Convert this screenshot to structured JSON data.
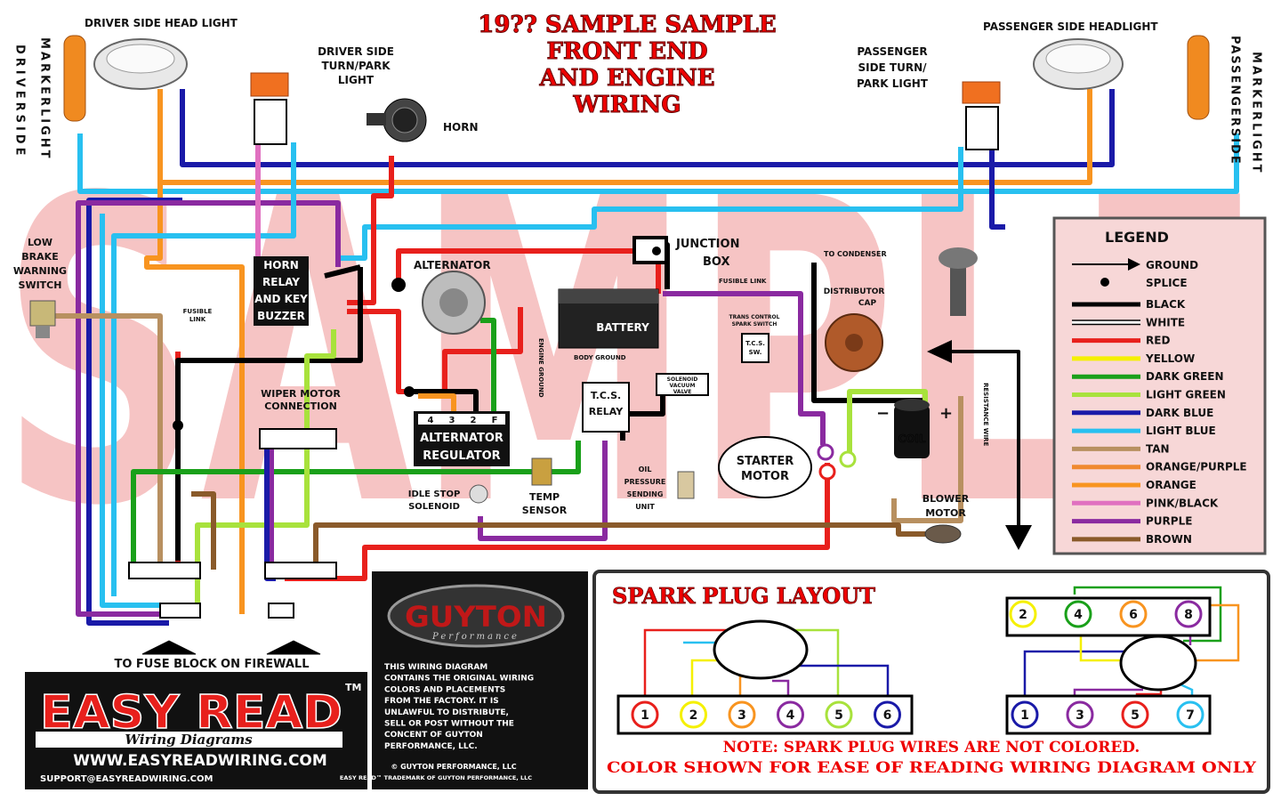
{
  "title_lines": [
    "19?? SAMPLE SAMPLE",
    "FRONT END",
    "AND ENGINE",
    "WIRING"
  ],
  "watermark": "SAMPLE",
  "labels": {
    "driver_headlight": "DRIVER SIDE HEAD LIGHT",
    "passenger_headlight": "PASSENGER SIDE HEADLIGHT",
    "driver_turn": [
      "DRIVER SIDE",
      "TURN/PARK",
      "LIGHT"
    ],
    "passenger_turn": [
      "PASSENGER",
      "SIDE TURN/",
      "PARK LIGHT"
    ],
    "horn": "HORN",
    "driver_marker": "DRIVERSIDE",
    "driver_marker2": "MARKERLIGHT",
    "passenger_marker": "PASSENGERSIDE",
    "passenger_marker2": "MARKERLIGHT",
    "low_brake": [
      "LOW",
      "BRAKE",
      "WARNING",
      "SWITCH"
    ],
    "horn_relay": [
      "HORN",
      "RELAY",
      "AND KEY",
      "BUZZER"
    ],
    "fusible_link": [
      "FUSIBLE",
      "LINK"
    ],
    "alternator": "ALTERNATOR",
    "junction_box": [
      "JUNCTION",
      "BOX"
    ],
    "fusible_link_2": "FUSIBLE LINK",
    "battery": "BATTERY",
    "engine_ground": "ENGINE GROUND",
    "body_ground": "BODY GROUND",
    "to_condenser": "TO CONDENSER",
    "distributor_cap": [
      "DISTRIBUTOR",
      "CAP"
    ],
    "wiper_motor": [
      "WIPER MOTOR",
      "CONNECTION"
    ],
    "alt_regulator": [
      "ALTERNATOR",
      "REGULATOR"
    ],
    "regulator_terms": [
      "4",
      "3",
      "2",
      "F"
    ],
    "tcs_relay": [
      "T.C.S.",
      "RELAY"
    ],
    "vacuum_valve": [
      "SOLENOID",
      "VACUUM",
      "VALVE"
    ],
    "tcs_switch": [
      "T.C.S.",
      "SW."
    ],
    "trans_switch": [
      "TRANS CONTROL",
      "SPARK SWITCH"
    ],
    "starter_motor": [
      "STARTER",
      "MOTOR"
    ],
    "coil": "COIL",
    "resistance_wire": "RESISTANCE WIRE",
    "idle_stop": [
      "IDLE STOP",
      "SOLENOID"
    ],
    "temp_sensor": [
      "TEMP",
      "SENSOR"
    ],
    "oil_pressure": [
      "OIL",
      "PRESSURE",
      "SENDING",
      "UNIT"
    ],
    "blower_motor": [
      "BLOWER",
      "MOTOR"
    ],
    "to_fuse_block": "TO FUSE BLOCK ON FIREWALL"
  },
  "legend": {
    "title": "LEGEND",
    "ground": "GROUND",
    "splice": "SPLICE",
    "items": [
      {
        "name": "BLACK",
        "color": "#000000"
      },
      {
        "name": "WHITE",
        "color": "#ffffff"
      },
      {
        "name": "RED",
        "color": "#e8201c"
      },
      {
        "name": "YELLOW",
        "color": "#f5f000"
      },
      {
        "name": "DARK GREEN",
        "color": "#1aa01a"
      },
      {
        "name": "LIGHT GREEN",
        "color": "#a8e23c"
      },
      {
        "name": "DARK BLUE",
        "color": "#1a1aa8"
      },
      {
        "name": "LIGHT BLUE",
        "color": "#28c0f0"
      },
      {
        "name": "TAN",
        "color": "#b89060"
      },
      {
        "name": "ORANGE/PURPLE",
        "color": "#f08a30"
      },
      {
        "name": "ORANGE",
        "color": "#f89420"
      },
      {
        "name": "PINK/BLACK",
        "color": "#e070c0"
      },
      {
        "name": "PURPLE",
        "color": "#8a2aa0"
      },
      {
        "name": "BROWN",
        "color": "#8a5a2a"
      }
    ]
  },
  "brand": {
    "name": "EASY READ",
    "tm": "TM",
    "sub": "Wiring Diagrams",
    "url": "WWW.EASYREADWIRING.COM",
    "email": "SUPPORT@EASYREADWIRING.COM",
    "logo": "GUYTON",
    "logo_sub": "Performance",
    "copyright_text": [
      "THIS WIRING DIAGRAM",
      "CONTAINS THE ORIGINAL WIRING",
      "COLORS AND PLACEMENTS",
      "FROM THE FACTORY. IT IS",
      "UNLAWFUL TO DISTRIBUTE,",
      "SELL OR POST WITHOUT THE",
      "CONCENT OF GUYTON",
      "PERFORMANCE, LLC."
    ],
    "copyright": "© GUYTON PERFORMANCE, LLC",
    "trademark": "EASY READ™ TRADEMARK OF GUYTON PERFORMANCE, LLC"
  },
  "spark": {
    "title": "SPARK PLUG LAYOUT",
    "left_plugs": [
      "1",
      "2",
      "3",
      "4",
      "5",
      "6"
    ],
    "right_top": [
      "2",
      "4",
      "6",
      "8"
    ],
    "right_bottom": [
      "1",
      "3",
      "5",
      "7"
    ],
    "note1": "NOTE: SPARK PLUG WIRES ARE NOT COLORED.",
    "note2": "COLOR SHOWN FOR EASE OF READING WIRING DIAGRAM ONLY"
  }
}
